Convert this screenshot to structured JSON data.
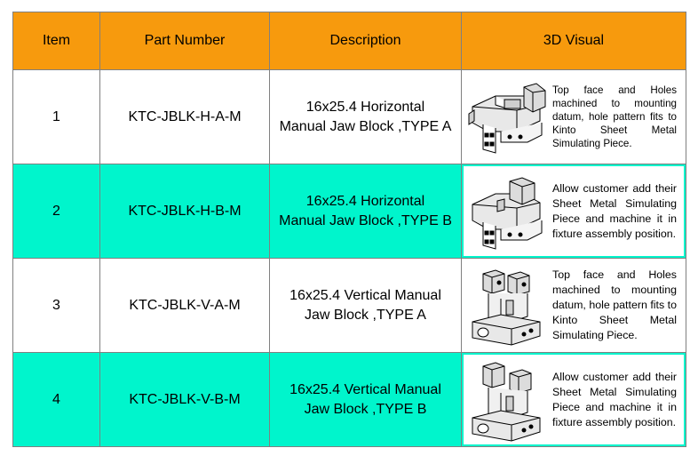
{
  "headers": {
    "item": "Item",
    "part_number": "Part Number",
    "description": "Description",
    "visual": "3D Visual"
  },
  "colors": {
    "header_bg": "#f79a0d",
    "teal_row_bg": "#00f5cc",
    "white_row_bg": "#ffffff",
    "border": "#808080"
  },
  "rows": [
    {
      "item": "1",
      "part_number": "KTC-JBLK-H-A-M",
      "description_line1": "16x25.4 Horizontal",
      "description_line2": "Manual Jaw Block ,TYPE A",
      "visual_text": "Top face and Holes machined to mounting datum, hole pattern fits to Kinto Sheet Metal Simulating Piece.",
      "visual_icon": "horizontal-jaw-block-drawing"
    },
    {
      "item": "2",
      "part_number": "KTC-JBLK-H-B-M",
      "description_line1": "16x25.4 Horizontal",
      "description_line2": "Manual Jaw Block ,TYPE B",
      "visual_text": "Allow customer add their Sheet Metal Simulating Piece and machine it in fixture assembly position.",
      "visual_icon": "horizontal-jaw-block-drawing"
    },
    {
      "item": "3",
      "part_number": "KTC-JBLK-V-A-M",
      "description_line1": "16x25.4 Vertical Manual",
      "description_line2": "Jaw Block ,TYPE A",
      "visual_text": "Top face and Holes machined to mounting datum, hole pattern fits to Kinto Sheet Metal Simulating Piece.",
      "visual_icon": "vertical-jaw-block-drawing"
    },
    {
      "item": "4",
      "part_number": "KTC-JBLK-V-B-M",
      "description_line1": "16x25.4 Vertical Manual",
      "description_line2": "Jaw Block ,TYPE B",
      "visual_text": "Allow customer add their Sheet Metal Simulating Piece and machine it in fixture assembly position.",
      "visual_icon": "vertical-jaw-block-drawing"
    }
  ]
}
